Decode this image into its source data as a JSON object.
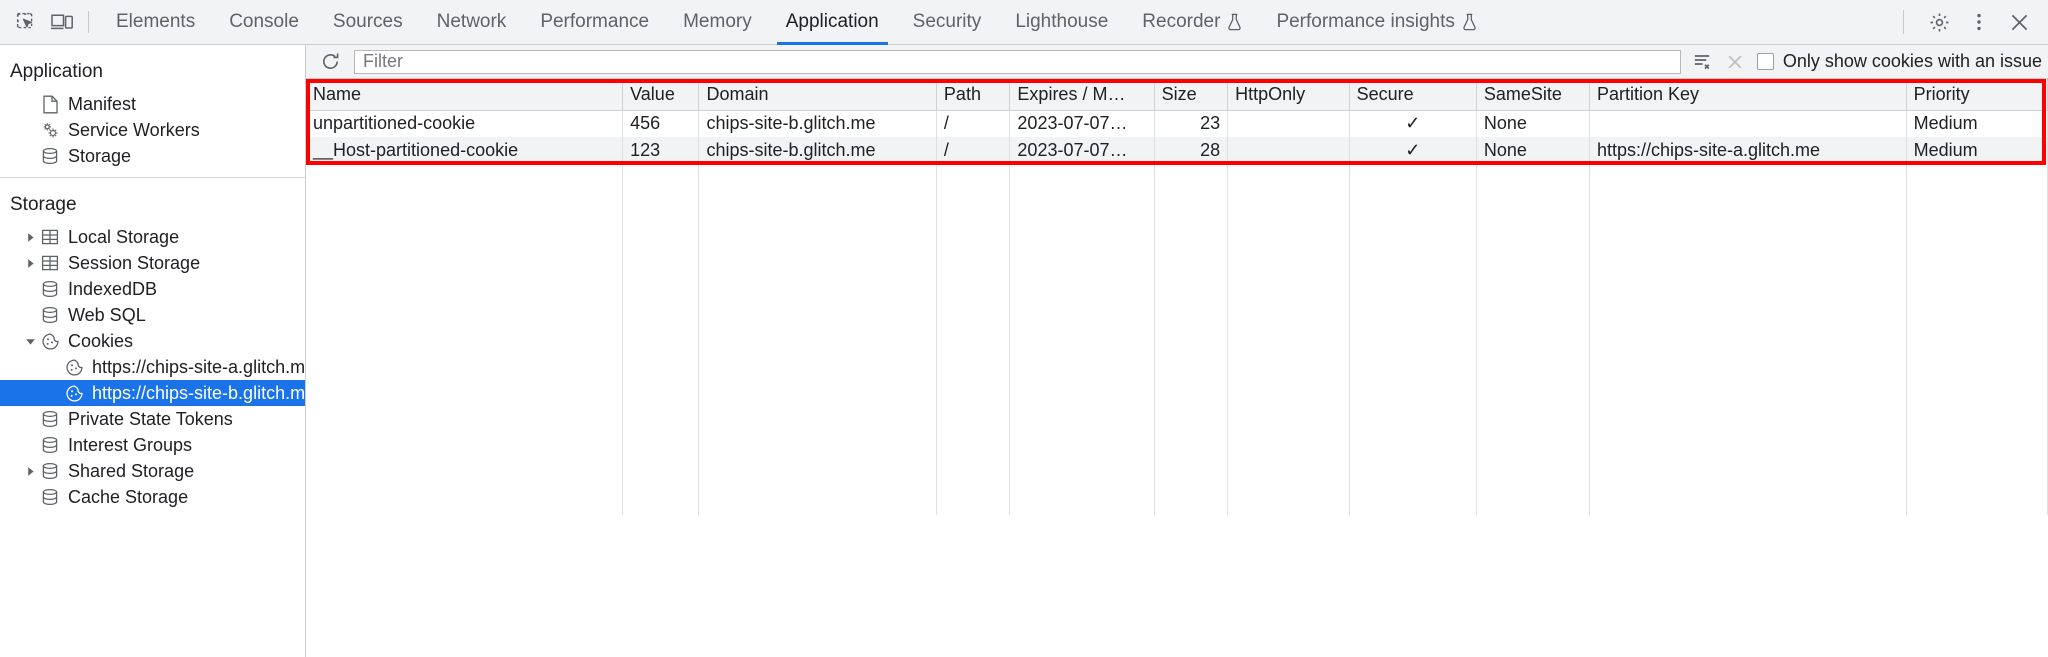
{
  "topbar": {
    "icons": {
      "inspect": "inspect-element-icon",
      "device": "device-toolbar-icon",
      "settings": "gear-icon",
      "more": "more-options-icon",
      "close": "close-icon"
    },
    "tabs": [
      {
        "label": "Elements",
        "selected": false,
        "experimental": false
      },
      {
        "label": "Console",
        "selected": false,
        "experimental": false
      },
      {
        "label": "Sources",
        "selected": false,
        "experimental": false
      },
      {
        "label": "Network",
        "selected": false,
        "experimental": false
      },
      {
        "label": "Performance",
        "selected": false,
        "experimental": false
      },
      {
        "label": "Memory",
        "selected": false,
        "experimental": false
      },
      {
        "label": "Application",
        "selected": true,
        "experimental": false
      },
      {
        "label": "Security",
        "selected": false,
        "experimental": false
      },
      {
        "label": "Lighthouse",
        "selected": false,
        "experimental": false
      },
      {
        "label": "Recorder",
        "selected": false,
        "experimental": true
      },
      {
        "label": "Performance insights",
        "selected": false,
        "experimental": true
      }
    ]
  },
  "sidebar": {
    "application": {
      "title": "Application",
      "items": [
        {
          "label": "Manifest",
          "icon": "document-icon",
          "indent": 1,
          "twisty": "none",
          "selected": false
        },
        {
          "label": "Service Workers",
          "icon": "gears-icon",
          "indent": 1,
          "twisty": "none",
          "selected": false
        },
        {
          "label": "Storage",
          "icon": "database-icon",
          "indent": 1,
          "twisty": "none",
          "selected": false
        }
      ]
    },
    "storage": {
      "title": "Storage",
      "items": [
        {
          "label": "Local Storage",
          "icon": "table-icon",
          "indent": 1,
          "twisty": "collapsed",
          "selected": false
        },
        {
          "label": "Session Storage",
          "icon": "table-icon",
          "indent": 1,
          "twisty": "collapsed",
          "selected": false
        },
        {
          "label": "IndexedDB",
          "icon": "database-icon",
          "indent": 1,
          "twisty": "none",
          "selected": false
        },
        {
          "label": "Web SQL",
          "icon": "database-icon",
          "indent": 1,
          "twisty": "none",
          "selected": false
        },
        {
          "label": "Cookies",
          "icon": "cookie-icon",
          "indent": 1,
          "twisty": "expanded",
          "selected": false
        },
        {
          "label": "https://chips-site-a.glitch.me",
          "icon": "cookie-icon",
          "indent": 2,
          "twisty": "none",
          "selected": false
        },
        {
          "label": "https://chips-site-b.glitch.me",
          "icon": "cookie-icon",
          "indent": 2,
          "twisty": "none",
          "selected": true
        },
        {
          "label": "Private State Tokens",
          "icon": "database-icon",
          "indent": 1,
          "twisty": "none",
          "selected": false
        },
        {
          "label": "Interest Groups",
          "icon": "database-icon",
          "indent": 1,
          "twisty": "none",
          "selected": false
        },
        {
          "label": "Shared Storage",
          "icon": "database-icon",
          "indent": 1,
          "twisty": "collapsed",
          "selected": false
        },
        {
          "label": "Cache Storage",
          "icon": "database-icon",
          "indent": 1,
          "twisty": "none",
          "selected": false
        }
      ]
    }
  },
  "filterbar": {
    "refresh_icon": "refresh-icon",
    "filter_placeholder": "Filter",
    "filter_value": "",
    "clear_filtered_icon": "clear-filtered-icon",
    "clear_icon": "clear-all-icon",
    "issue_checkbox_label": "Only show cookies with an issue",
    "issue_checkbox_checked": false
  },
  "table": {
    "columns": [
      "Name",
      "Value",
      "Domain",
      "Path",
      "Expires / M…",
      "Size",
      "HttpOnly",
      "Secure",
      "SameSite",
      "Partition Key",
      "Priority"
    ],
    "rows": [
      {
        "name": "unpartitioned-cookie",
        "value": "456",
        "domain": "chips-site-b.glitch.me",
        "path": "/",
        "expires": "2023-07-07…",
        "size": "23",
        "http_only": "",
        "secure": "✓",
        "same_site": "None",
        "partition_key": "",
        "priority": "Medium"
      },
      {
        "name": "__Host-partitioned-cookie",
        "value": "123",
        "domain": "chips-site-b.glitch.me",
        "path": "/",
        "expires": "2023-07-07…",
        "size": "28",
        "http_only": "",
        "secure": "✓",
        "same_site": "None",
        "partition_key": "https://chips-site-a.glitch.me",
        "priority": "Medium"
      }
    ]
  },
  "annotation": {
    "highlight_color": "#ff0000",
    "target": "cookie-table"
  },
  "colors": {
    "accent": "#1a73e8",
    "toolbar_bg": "#f1f3f4",
    "text": "#202124",
    "muted_text": "#5f6368"
  }
}
